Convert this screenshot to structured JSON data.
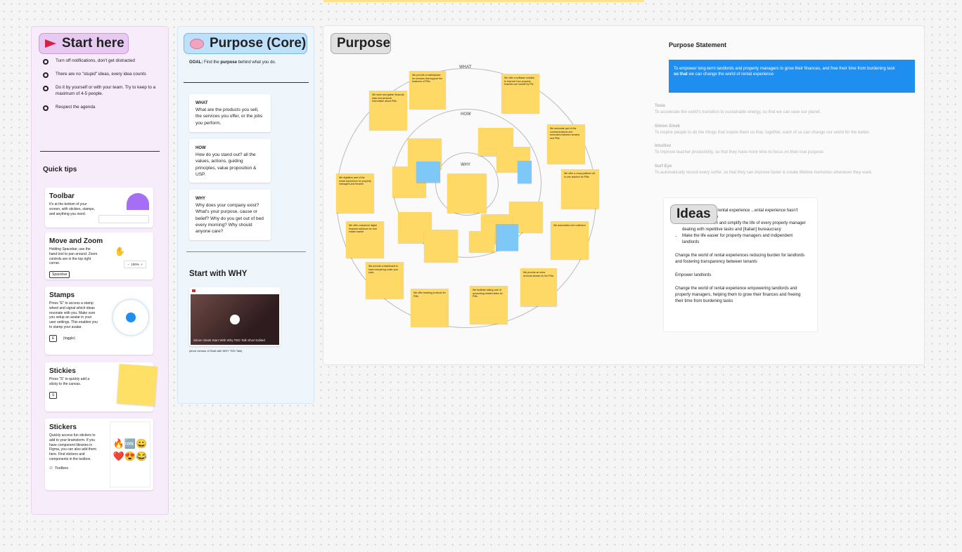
{
  "start": {
    "title": "Start here",
    "agenda": [
      "Turn off notifications, don't get distracted",
      "There are no \"stupid\" ideas, every idea counts",
      "Do it by yourself or with your team. Try to keep to a maximum of 4-5 people.",
      "Respect the agenda"
    ],
    "tips_title": "Quick tips",
    "tips": [
      {
        "title": "Toolbar",
        "text": "It's at the bottom of your screen, with stickies, stamps, and anything you need.",
        "key": ""
      },
      {
        "title": "Move and Zoom",
        "text": "Holding Spacebar, use the hand tool to pan around. Zoom controls are in the top right corner.",
        "key": "Spacebar"
      },
      {
        "title": "Stamps",
        "text": "Press \"E\" to access a stamp wheel and signal which ideas resonate with you. Make sure you setup an avatar in your user settings. This enables you to stamp your avatar.",
        "key": "E",
        "key_note": "(toggle)"
      },
      {
        "title": "Stickies",
        "text": "Press \"S\" to quickly add a sticky to the canvas.",
        "key": "S"
      },
      {
        "title": "Stickers",
        "text": "Quickly access fun stickers to add to your brainstorm. If you have component libraries in Figma, you can also add them here. Find stickers and components in the toolbox.",
        "key": "",
        "toolbox": "Toolbox"
      }
    ],
    "zoom_value": "100%"
  },
  "core": {
    "title": "Purpose (Core)",
    "goal_prefix": "GOAL:",
    "goal_text": " Find the ",
    "goal_bold": "purpose",
    "goal_suffix": " behind what you do.",
    "cards": [
      {
        "head": "WHAT",
        "text": "What are the products you sell, the services you offer, or the jobs you perform."
      },
      {
        "head": "HOW",
        "text": "How do you stand out? all the values, actions, guiding principles, value proposition & USP."
      },
      {
        "head": "WHY",
        "text": "Why does your company exist? What's your purpose, cause or belief? Why do you get out of bed every morning? Why should anyone care?"
      }
    ],
    "why_title": "Start with WHY",
    "video_caption": "Simon Sinek Start With Why TED Talk Short Edited",
    "video_note": "(short version of Start with WHY TED Talk)"
  },
  "purpose": {
    "title": "Purpose",
    "ring_labels": {
      "what": "WHAT",
      "how": "HOW",
      "why": "WHY"
    },
    "stickies": [
      "We provide a marketplace for services that support the business of PMs",
      "We offer a software solution to improve how property finances are handle by PM",
      "We store and gather financial data and personal information about PMs",
      "We automate part of the communications and reminders between tenants and PMs",
      "We digitalize part of the rental experience for property managers and tenants",
      "We offer a cross-platform all-in-one solution for PMs",
      "We offer customize digital financial solutions for real estate market",
      "We automatize rent collection",
      "We provide a dashboard to have everything under your eyes",
      "We offer banking products for PMs",
      "We facilitate taking care of accounting related tasks for PMs",
      "We provide an extra revenue stream for the PMs"
    ],
    "statement_title": "Purpose Statement",
    "statement": "To empower long-term landlords and property managers to grow their finances, and free their time from burdening task",
    "statement_bold": "so that",
    "statement_tail": " we can change the world of rental experience",
    "examples": [
      {
        "name": "Tesla",
        "text": "To accelerate the world's transition to sustainable energy, so that we can save our planet."
      },
      {
        "name": "Simon Sinek",
        "text": "To inspire people to do the things that inspire them so that, together, each of us can change our world for the better."
      },
      {
        "name": "Intuitivo",
        "text": "To improve teacher productivity, so that they have more time to focus on their true purpose."
      },
      {
        "name": "Surf Eye",
        "text": "To automatically record every surfer, so that they can improve faster & create lifetime memories whenever they want."
      }
    ],
    "ideas_title": "Ideas",
    "ideas_bullets": [
      "...digitalization of the rental experience ...ental experience hasn't changed in 100 years",
      "Reduce the burden and simplify the life of every property manager dealing with repetitive tasks and [Italian] bureaucracy",
      "Make the life easier for property managers and indipendent landlords"
    ],
    "ideas_paras": [
      "Change the world of rental experiences reducing burden for landlords and fostering transparency between tenants",
      "Empower landlords",
      "Change the world of rental experience empowering landlords and property managers, helping them to grow their finances and freeing their time from burdening tasks"
    ]
  },
  "colors": {
    "accent_blue": "#1e8ff0",
    "sticky": "#ffd966",
    "start_panel": "#f7ecfa",
    "core_panel": "#eef5fb"
  }
}
